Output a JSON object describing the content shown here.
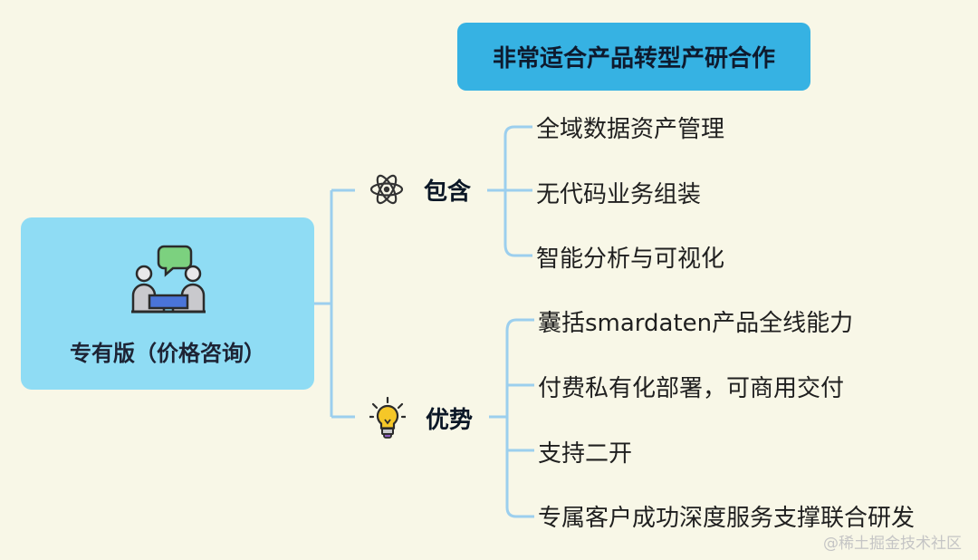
{
  "root": {
    "label": "专有版（价格咨询）",
    "icon": "meeting-people-icon"
  },
  "banner": {
    "text": "非常适合产品转型产研合作"
  },
  "branches": [
    {
      "label": "包含",
      "icon": "atom-icon",
      "items": [
        "全域数据资产管理",
        "无代码业务组装",
        "智能分析与可视化"
      ]
    },
    {
      "label": "优势",
      "icon": "lightbulb-icon",
      "items": [
        "囊括smardaten产品全线能力",
        "付费私有化部署，可商用交付",
        "支持二开",
        "专属客户成功深度服务支撑联合研发"
      ]
    }
  ],
  "watermark": "@稀土掘金技术社区",
  "colors": {
    "background": "#f8f7e7",
    "root_fill": "#8fdcf4",
    "banner_fill": "#36b2e3",
    "connector": "#9ccfee"
  }
}
